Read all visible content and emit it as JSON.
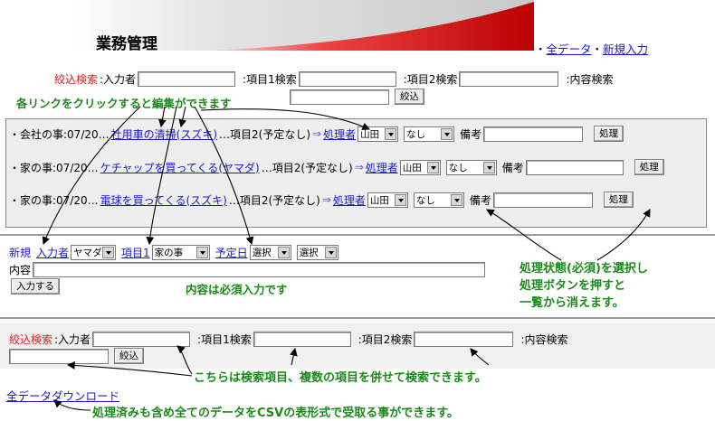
{
  "header": {
    "title": "業務管理",
    "all_data_link": "全データ",
    "separator": "・",
    "new_entry_link": "新規入力"
  },
  "filter_top": {
    "label": "絞込検索",
    "inputter_label": ":入力者",
    "item1_label": ":項目1検索",
    "item2_label": ":項目2検索",
    "content_label": ":内容検索",
    "submit_label": "絞込"
  },
  "notes": {
    "click_edit": "各リンクをクリックすると編集ができます",
    "required": "内容は必須入力です",
    "status_line1": "処理状態(必須)を選択し",
    "status_line2": "処理ボタンを押すと",
    "status_line3": "一覧から消えます。",
    "search": "こちらは検索項目、複数の項目を併せて検索できます。",
    "download": "処理済みも含め全てのデータをCSVの表形式で受取る事ができます。"
  },
  "tasks": [
    {
      "prefix": "・会社の事:07/20…",
      "link": "社用車の清掃(スズキ)",
      "suffix": "…項目2(予定なし)",
      "arrow": "⇒",
      "handler_link": "処理者",
      "handler": "山田",
      "status": "なし",
      "remarks_label": "備考",
      "button": "処理"
    },
    {
      "prefix": "・家の事:07/20…",
      "link": "ケチャップを買ってくる(ヤマダ)",
      "suffix": "…項目2(予定なし)",
      "arrow": "⇒",
      "handler_link": "処理者",
      "handler": "山田",
      "status": "なし",
      "remarks_label": "備考",
      "button": "処理"
    },
    {
      "prefix": "・家の事:07/20…",
      "link": "電球を買ってくる(スズキ)",
      "suffix": "…項目2(予定なし)",
      "arrow": "⇒",
      "handler_link": "処理者",
      "handler": "山田",
      "status": "なし",
      "remarks_label": "備考",
      "button": "処理"
    }
  ],
  "new_form": {
    "label": "新規",
    "inputter_link": "入力者",
    "inputter_value": "ヤマダ",
    "item1_link": "項目1",
    "item1_value": "家の事",
    "date_link": "予定日",
    "date_select1": "選択",
    "date_select2": "選択",
    "content_label": "内容",
    "submit_label": "入力する"
  },
  "filter_bottom": {
    "label": "絞込検索",
    "inputter_label": ":入力者",
    "item1_label": ":項目1検索",
    "item2_label": ":項目2検索",
    "content_label": ":内容検索",
    "submit_label": "絞込"
  },
  "download_link": "全データダウンロード",
  "colors": {
    "link": "#1a1acc",
    "note": "#1a8a1a",
    "label_red": "#e02020",
    "banner_red": "#cc1111"
  }
}
